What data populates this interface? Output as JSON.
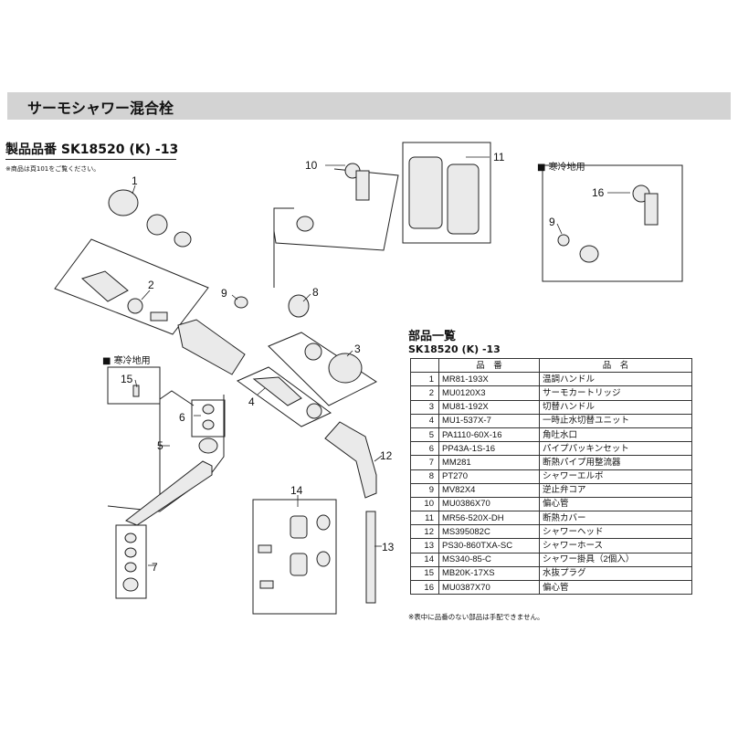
{
  "header": {
    "title": "サーモシャワー混合栓"
  },
  "product": {
    "label": "製品品番 SK18520 (K) -13",
    "note": "※商品は頁101をご覧ください。"
  },
  "cold_region": {
    "label": "■ 寒冷地用"
  },
  "callouts": [
    "1",
    "2",
    "3",
    "4",
    "5",
    "6",
    "7",
    "8",
    "9",
    "10",
    "11",
    "12",
    "13",
    "14",
    "15",
    "16"
  ],
  "parts_list": {
    "title": "部品一覧",
    "model": "SK18520 (K) -13",
    "headers": [
      "品　番",
      "品　名"
    ],
    "rows": [
      {
        "no": "1",
        "code": "MR81-193X",
        "name": "温調ハンドル"
      },
      {
        "no": "2",
        "code": "MU0120X3",
        "name": "サーモカートリッジ"
      },
      {
        "no": "3",
        "code": "MU81-192X",
        "name": "切替ハンドル"
      },
      {
        "no": "4",
        "code": "MU1-537X-7",
        "name": "一時止水切替ユニット"
      },
      {
        "no": "5",
        "code": "PA1110-60X-16",
        "name": "角吐水口"
      },
      {
        "no": "6",
        "code": "PP43A-1S-16",
        "name": "パイプパッキンセット"
      },
      {
        "no": "7",
        "code": "MM281",
        "name": "断熱パイプ用整流器"
      },
      {
        "no": "8",
        "code": "PT270",
        "name": "シャワーエルボ"
      },
      {
        "no": "9",
        "code": "MV82X4",
        "name": "逆止弁コア"
      },
      {
        "no": "10",
        "code": "MU0386X70",
        "name": "偏心管"
      },
      {
        "no": "11",
        "code": "MR56-520X-DH",
        "name": "断熱カバー"
      },
      {
        "no": "12",
        "code": "MS395082C",
        "name": "シャワーヘッド"
      },
      {
        "no": "13",
        "code": "PS30-860TXA-SC",
        "name": "シャワーホース"
      },
      {
        "no": "14",
        "code": "MS340-85-C",
        "name": "シャワー掛具（2個入）"
      },
      {
        "no": "15",
        "code": "MB20K-17XS",
        "name": "水抜プラグ"
      },
      {
        "no": "16",
        "code": "MU0387X70",
        "name": "偏心管"
      }
    ],
    "note": "※表中に品番のない部品は手配できません。"
  }
}
